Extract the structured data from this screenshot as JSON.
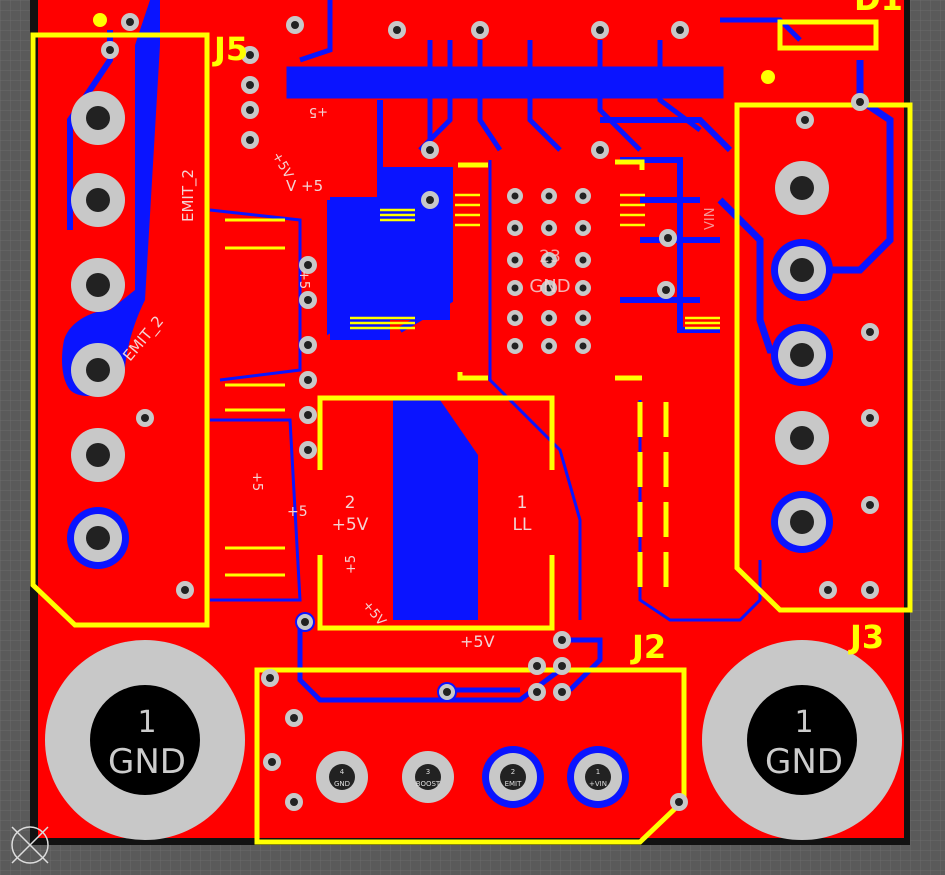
{
  "colors": {
    "background": "#5a5a5a",
    "grid": "#6b6b6b",
    "board_edge": "#111111",
    "top_copper": "#ff0000",
    "bottom_copper": "#0a14ff",
    "silkscreen": "#ffff00",
    "pad": "#c8c8c8",
    "hole": "#222222",
    "mounting_hole": "#000000",
    "net_label": "#f3d4d4"
  },
  "designators": {
    "j5": "J5",
    "j2": "J2",
    "j3": "J3",
    "top_right_partial": "D1"
  },
  "mounting_holes": {
    "left": {
      "pin": "1",
      "net": "GND"
    },
    "right": {
      "pin": "1",
      "net": "GND"
    }
  },
  "inductor": {
    "pin2_number": "2",
    "pin2_net": "+5V",
    "pin1_number": "1",
    "pin1_net": "LL"
  },
  "chip": {
    "pin_number": "23",
    "net": "GND"
  },
  "connector_bottom": {
    "pads": [
      {
        "number": "4",
        "net": "GND"
      },
      {
        "number": "3",
        "net": "BOOST"
      },
      {
        "number": "2",
        "net": "EMIT"
      },
      {
        "number": "1",
        "net": "+VIN"
      }
    ]
  },
  "net_labels": {
    "emit_upper": "EMIT_2",
    "emit_lower": "EMIT_2",
    "v5_upper_a": "V +5",
    "v5_upper_b": "+5V",
    "v5_upper_c": "+5",
    "v5_left_a": "+5",
    "v5_left_b": "+5",
    "v5_middle": "+5",
    "v5_lower_a": "+5",
    "v5_lower_b": "+5V",
    "v5_bottom": "+5V",
    "vin_right": "VIN"
  }
}
